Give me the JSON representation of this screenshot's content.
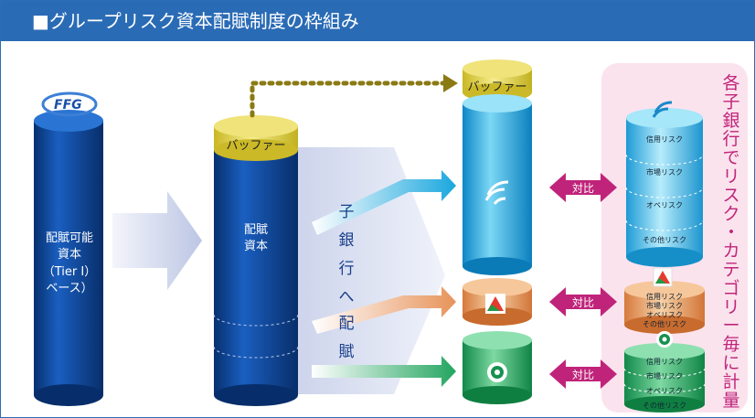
{
  "title": "■グループリスク資本配賦制度の枠組み",
  "logo": "FFG",
  "main_cylinder": {
    "lines": [
      "配賦可能",
      "資本",
      "（Tier I）",
      "ベース）"
    ]
  },
  "alloc_cylinder": {
    "lines": [
      "配賦",
      "資本"
    ],
    "buffer_label": "バッファー"
  },
  "top_buffer_label": "バッファー",
  "allocation_text": [
    "子",
    "銀",
    "行",
    "へ",
    "配",
    "賦"
  ],
  "compare_label": "対比",
  "side_title": "各子銀行でリスク・カテゴリー毎に計量",
  "risk_large": [
    "信用リスク",
    "市場リスク",
    "オペリスク",
    "その他リスク"
  ],
  "risk_small": [
    "信用リスク",
    "市場リスク",
    "オペリスク",
    "その他リスク"
  ],
  "colors": {
    "header": "#2a6bb5",
    "navy": "#0c4a9e",
    "cyan": "#1aa7de",
    "orange": "#e7935a",
    "green": "#23a55f",
    "magenta": "#c0247a",
    "pink_panel": "#fbe3ee",
    "olive": "#8a7a14",
    "buffer": "#e0d24a"
  },
  "icons": [
    "ffg-logo-icon",
    "fukuoka-bank-icon",
    "kumamoto-bank-icon",
    "shinwa-bank-icon",
    "dotted-arrow-icon",
    "double-arrow-icon"
  ]
}
